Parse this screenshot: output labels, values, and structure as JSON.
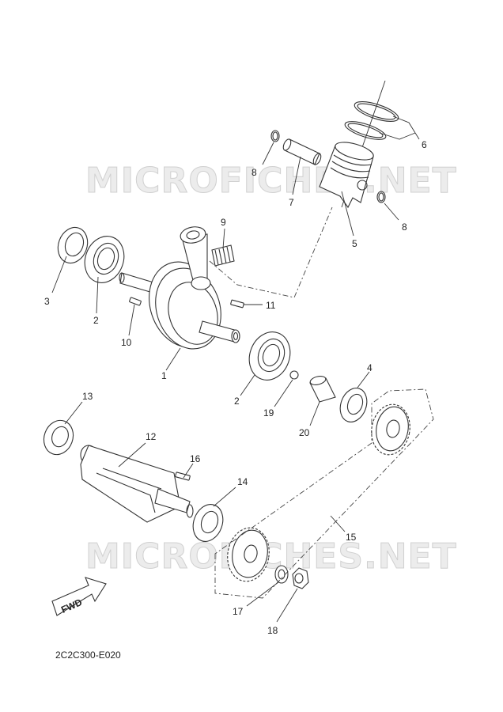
{
  "watermarks": [
    "MICROFICHES.NET",
    "MICROFICHES.NET"
  ],
  "callouts": [
    {
      "id": "p6",
      "text": "6"
    },
    {
      "id": "p8a",
      "text": "8"
    },
    {
      "id": "p7",
      "text": "7"
    },
    {
      "id": "p8b",
      "text": "8"
    },
    {
      "id": "p5",
      "text": "5"
    },
    {
      "id": "p9",
      "text": "9"
    },
    {
      "id": "p3",
      "text": "3"
    },
    {
      "id": "p2a",
      "text": "2"
    },
    {
      "id": "p11",
      "text": "11"
    },
    {
      "id": "p10",
      "text": "10"
    },
    {
      "id": "p1",
      "text": "1"
    },
    {
      "id": "p2b",
      "text": "2"
    },
    {
      "id": "p4",
      "text": "4"
    },
    {
      "id": "p19",
      "text": "19"
    },
    {
      "id": "p20",
      "text": "20"
    },
    {
      "id": "p13",
      "text": "13"
    },
    {
      "id": "p12",
      "text": "12"
    },
    {
      "id": "p16",
      "text": "16"
    },
    {
      "id": "p14",
      "text": "14"
    },
    {
      "id": "p15",
      "text": "15"
    },
    {
      "id": "p17",
      "text": "17"
    },
    {
      "id": "p18",
      "text": "18"
    }
  ],
  "fwd_label": "FWD",
  "diagram_code": "2C2C300-E020"
}
